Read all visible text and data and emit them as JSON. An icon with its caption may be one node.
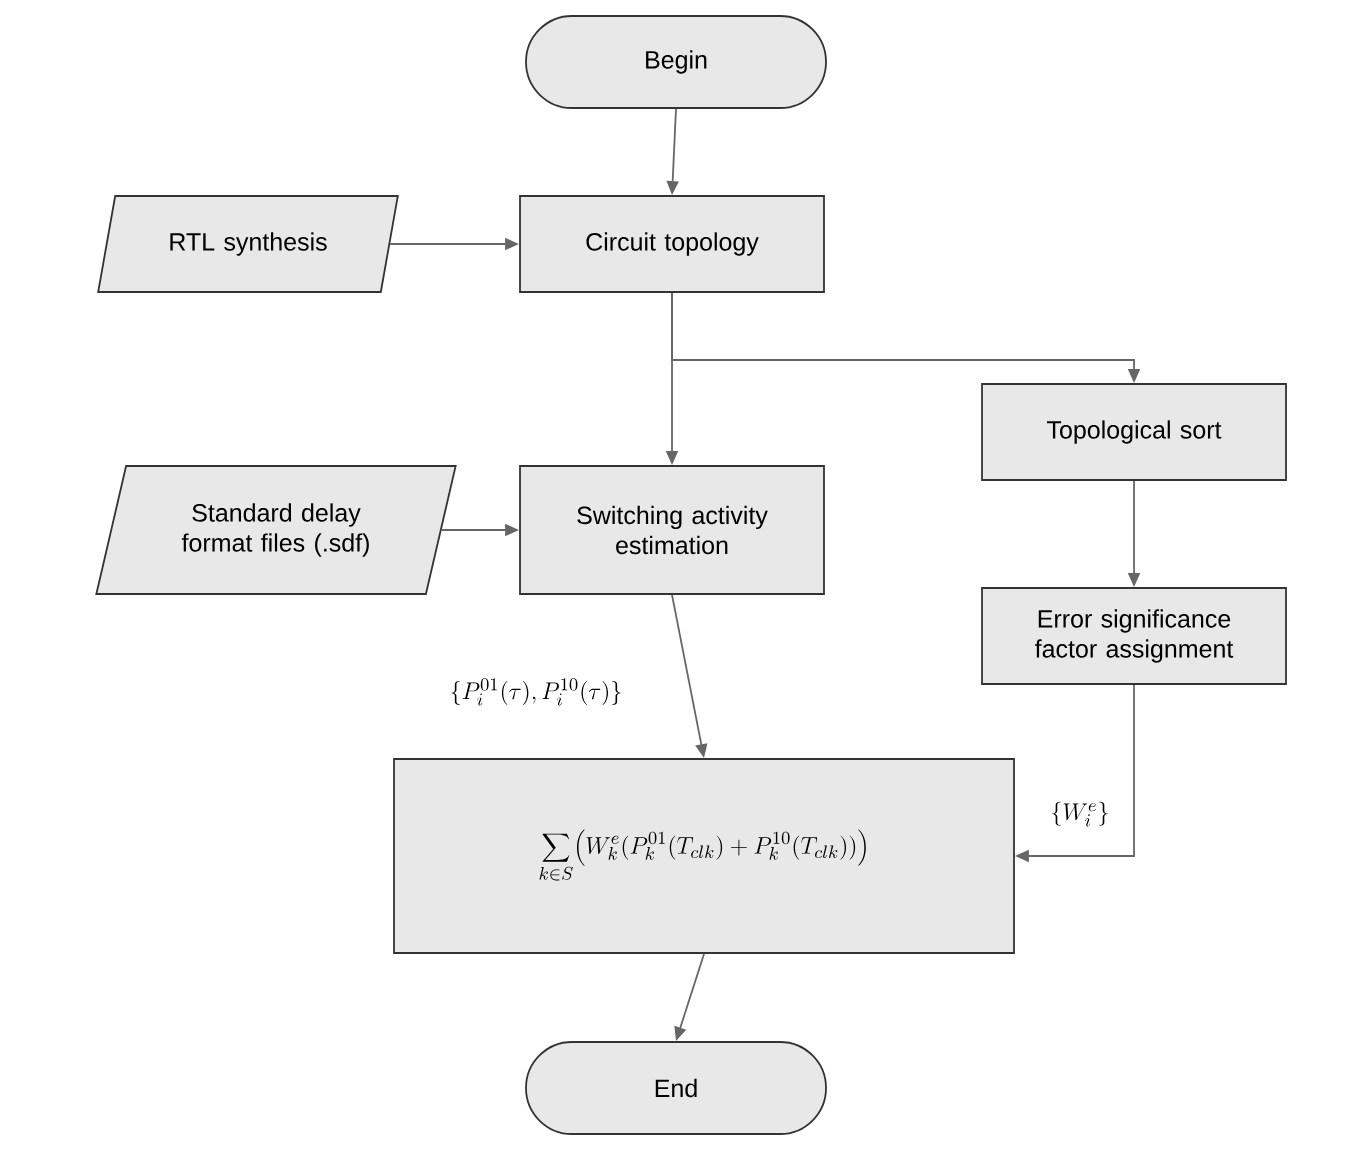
{
  "diagram": {
    "nodes": [
      {
        "text": [
          "Begin"
        ]
      },
      {
        "text": [
          "RTL synthesis"
        ]
      },
      {
        "text": [
          "Circuit topology"
        ]
      },
      {
        "text": [
          "Standard delay format files (.sdf)"
        ]
      },
      {
        "text": [
          "Switching activity estimation"
        ]
      },
      {
        "text": [
          "Topological sort"
        ]
      },
      {
        "text": [
          "Error significance factor assignment"
        ]
      },
      {
        "text": [
          "\\sum_{k\\in S}\\Bigl(W_k^e(P_k^{01}(T_{clk})+P_k^{10}(T_{clk}))\\Bigr)"
        ]
      },
      {
        "text": [
          "End"
        ]
      }
    ],
    "edges": [
      {
        "from": 0,
        "to": 2,
        "arrow": "to"
      },
      {
        "from": 1,
        "to": 2,
        "arrow": "to"
      },
      {
        "from": 2,
        "to": 4,
        "arrow": "to"
      },
      {
        "from": 2,
        "to": 5,
        "arrow": "to"
      },
      {
        "from": 3,
        "to": 4,
        "arrow": "to"
      },
      {
        "from": 5,
        "to": 6,
        "arrow": "to"
      },
      {
        "from": 4,
        "to": 7,
        "arrow": "to",
        "label": "\\{P_i^{01}(\\tau), P_i^{10}(\\tau)\\}"
      },
      {
        "from": 6,
        "to": 7,
        "arrow": "to",
        "label": "\\{W_i^e\\}"
      },
      {
        "from": 7,
        "to": 8,
        "arrow": "to"
      }
    ]
  }
}
